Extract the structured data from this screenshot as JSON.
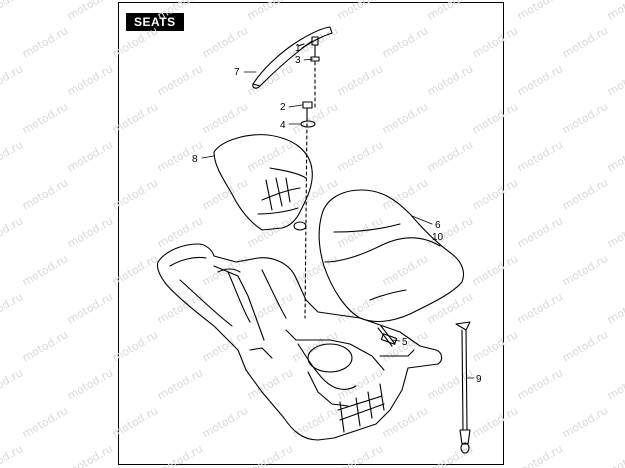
{
  "title": "SEATS",
  "watermark": "motod.ru",
  "callouts": {
    "c1": "1",
    "c2": "2",
    "c3": "3",
    "c4": "4",
    "c5": "5",
    "c6": "6",
    "c7": "7",
    "c8": "8",
    "c9": "9",
    "c10": "10"
  },
  "colors": {
    "line": "#000000",
    "frame": "#000000",
    "badge_bg": "#000000",
    "watermark": "#d9d9d9"
  }
}
